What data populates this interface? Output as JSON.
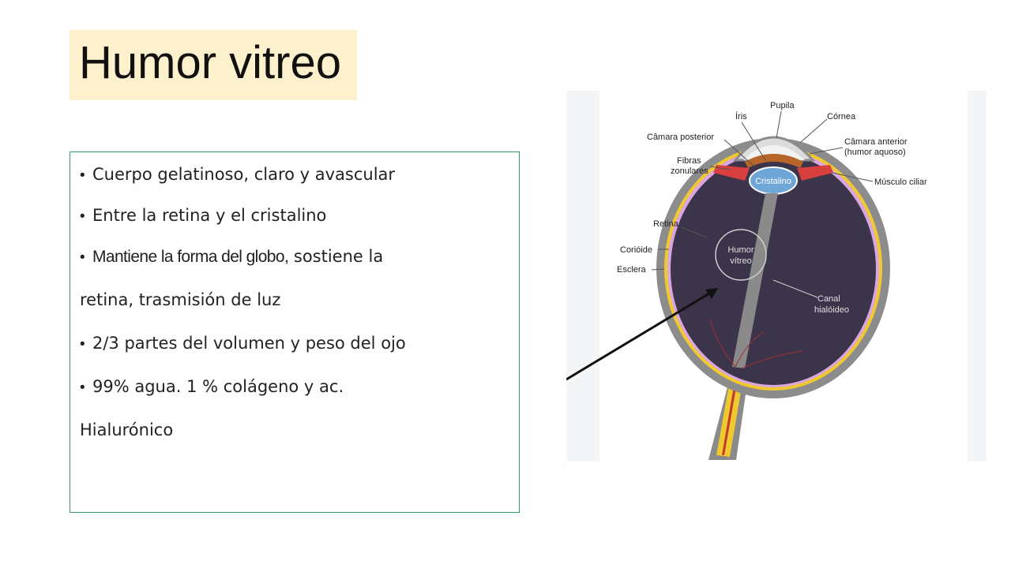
{
  "slide": {
    "title": "Humor vitreo",
    "bullets": [
      {
        "text": "Cuerpo gelatinoso, claro y avascular"
      },
      {
        "text": "Entre la retina y el cristalino"
      },
      {
        "text_a": "Mantiene la forma del globo,",
        "text_b": " sostiene la",
        "continuation": "retina, trasmisión de luz"
      },
      {
        "text": "2/3 partes del volumen y peso del ojo"
      },
      {
        "text": "99% agua. 1 % colágeno y ac.",
        "continuation": "Hialurónico"
      }
    ]
  },
  "diagram": {
    "labels": {
      "iris": "Íris",
      "pupila": "Pupila",
      "cornea": "Córnea",
      "camara_posterior": "Câmara posterior",
      "camara_anterior_1": "Câmara anterior",
      "camara_anterior_2": "(humor aquoso)",
      "fibras_1": "Fibras",
      "fibras_2": "zonulares",
      "cristalino": "Cristalino",
      "musculo_ciliar": "Músculo ciliar",
      "retina": "Retina",
      "coroide": "Corióide",
      "esclera": "Esclera",
      "humor_1": "Humor",
      "humor_2": "vítreo",
      "canal_1": "Canal",
      "canal_2": "hialóideo"
    }
  }
}
